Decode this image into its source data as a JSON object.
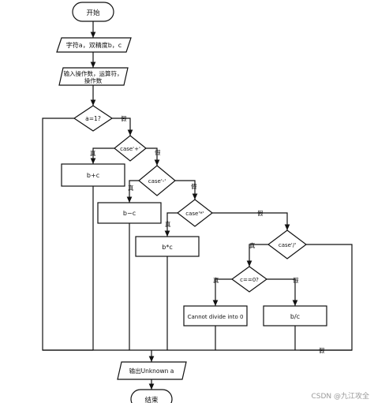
{
  "nodes": {
    "start": "开始",
    "input_chars": "字符a，双精度b，c",
    "input_ops_line1": "输入操作数，运算符，",
    "input_ops_line2": "操作数",
    "cond_a1": "a=1?",
    "cond_plus": "case'+'",
    "out_bplusc": "b+c",
    "cond_minus": "case'-'",
    "out_bminusc": "b−c",
    "cond_times": "case'*'",
    "out_btimesc": "b*c",
    "cond_div": "case'/'",
    "cond_c0": "c==0?",
    "out_cannot": "Cannot divide into 0",
    "out_bdivc": "b/c",
    "out_unknown": "输出Unknown a",
    "end": "结束"
  },
  "edge_labels": {
    "false_a1": "假",
    "true_plus": "真",
    "false_plus": "假",
    "true_minus": "真",
    "false_minus": "假",
    "true_times": "真",
    "false_times": "假",
    "true_div": "真",
    "true_c0": "真",
    "false_c0": "假",
    "false_div": "假"
  },
  "watermark": "CSDN @九江攻全"
}
